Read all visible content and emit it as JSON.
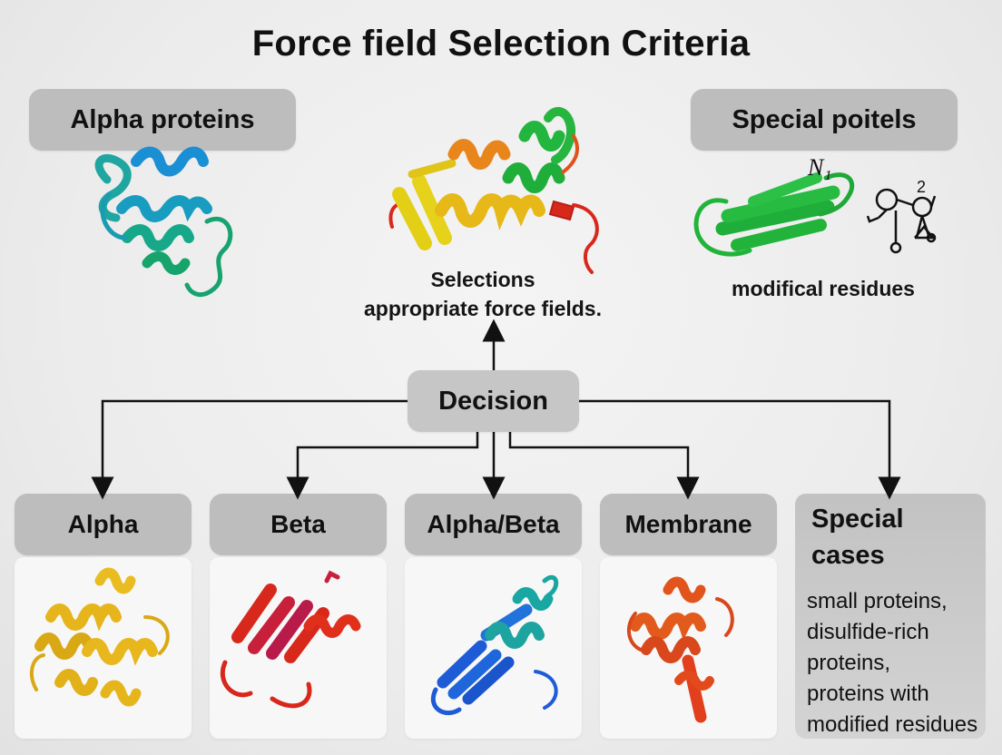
{
  "title": "Force field Selection Criteria",
  "top": {
    "alpha_proteins_label": "Alpha proteins",
    "special_label": "Special poitels",
    "center_caption_line1": "Selections",
    "center_caption_line2": "appropriate force fields.",
    "right_caption": "modifical residues",
    "n_label": "N₁",
    "two_label": "2"
  },
  "decision_label": "Decision",
  "categories": [
    {
      "label": "Alpha",
      "color": "#e8b51c"
    },
    {
      "label": "Beta",
      "color": "#d8281c"
    },
    {
      "label": "Alpha/Beta",
      "color": "#1f5fd8"
    },
    {
      "label": "Membrane",
      "color": "#e2541c"
    }
  ],
  "special_cases": {
    "title_line1": "Special",
    "title_line2": "cases",
    "body": [
      "small proteins,",
      "disulfide-rich",
      "proteins,",
      "proteins with",
      "modified residues"
    ]
  },
  "colors": {
    "pill": "#bdbdbd",
    "arrow": "#111111",
    "helix_teal": "#1aa39a",
    "helix_blue": "#1b7fd0",
    "green": "#25b03a",
    "yellow": "#e6d21a",
    "orange": "#e7891c",
    "red": "#d8281c"
  }
}
